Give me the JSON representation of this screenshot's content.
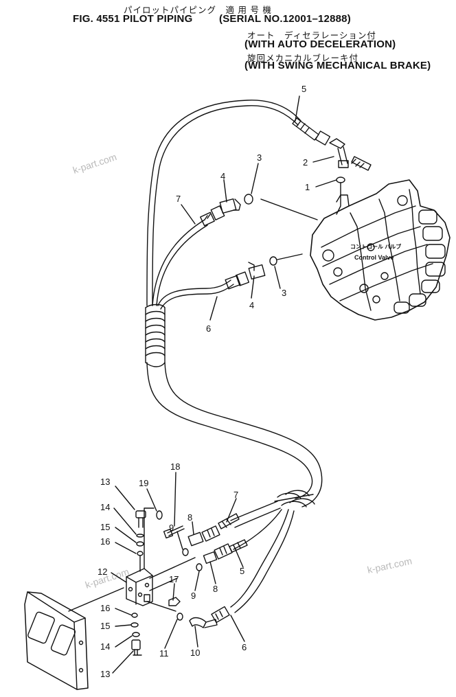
{
  "header": {
    "jp_title": "パイロットパイピング　適 用 号 機",
    "fig_title": "FIG. 4551 PILOT PIPING",
    "serial": "(SERIAL NO.12001–12888)",
    "jp_auto": "オート　ディセラレーション付",
    "with_auto": "(WITH AUTO DECELERATION)",
    "jp_swing": "旋回メカニカルブレーキ付",
    "with_swing": "(WITH SWING MECHANICAL BRAKE)"
  },
  "watermark": "k-part.com",
  "valve": {
    "jp_label": "コントロール バルブ",
    "en_label": "Control Valve"
  },
  "callouts": [
    "1",
    "2",
    "3",
    "4",
    "5",
    "6",
    "7",
    "8",
    "9",
    "10",
    "11",
    "12",
    "13",
    "14",
    "15",
    "16",
    "17",
    "18",
    "19"
  ]
}
